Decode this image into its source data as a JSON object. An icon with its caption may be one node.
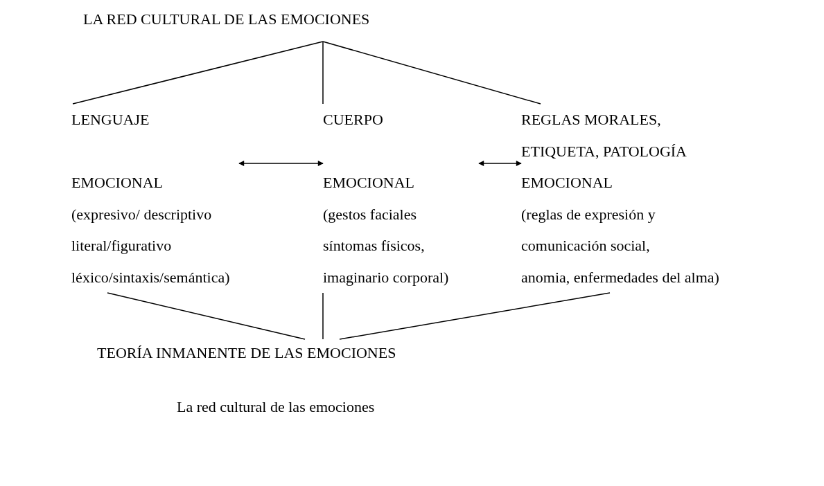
{
  "diagram": {
    "caption": "La red cultural de las emociones",
    "nodes": [
      {
        "text": [
          "LA RED CULTURAL DE LAS EMOCIONES"
        ]
      },
      {
        "text": [
          "LENGUAJE",
          "EMOCIONAL",
          "(expresivo/ descriptivo literal/figurativo léxico/sintaxis/semántica)"
        ]
      },
      {
        "text": [
          "CUERPO",
          "EMOCIONAL",
          "(gestos faciales síntomas físicos, imaginario corporal)"
        ]
      },
      {
        "text": [
          "REGLAS MORALES, ETIQUETA, PATOLOGÍA",
          "EMOCIONAL",
          "(reglas de expresión y comunicación social, anomia, enfermedades del alma)"
        ]
      },
      {
        "text": [
          "TEORÍA INMANENTE DE LAS EMOCIONES"
        ]
      }
    ],
    "edges": [
      {
        "from": 0,
        "to": 1,
        "arrow": "none"
      },
      {
        "from": 0,
        "to": 2,
        "arrow": "none"
      },
      {
        "from": 0,
        "to": 3,
        "arrow": "none"
      },
      {
        "from": 1,
        "to": 2,
        "arrow": "both"
      },
      {
        "from": 2,
        "to": 3,
        "arrow": "both"
      },
      {
        "from": 1,
        "to": 4,
        "arrow": "none"
      },
      {
        "from": 2,
        "to": 4,
        "arrow": "none"
      },
      {
        "from": 3,
        "to": 4,
        "arrow": "none"
      }
    ]
  }
}
